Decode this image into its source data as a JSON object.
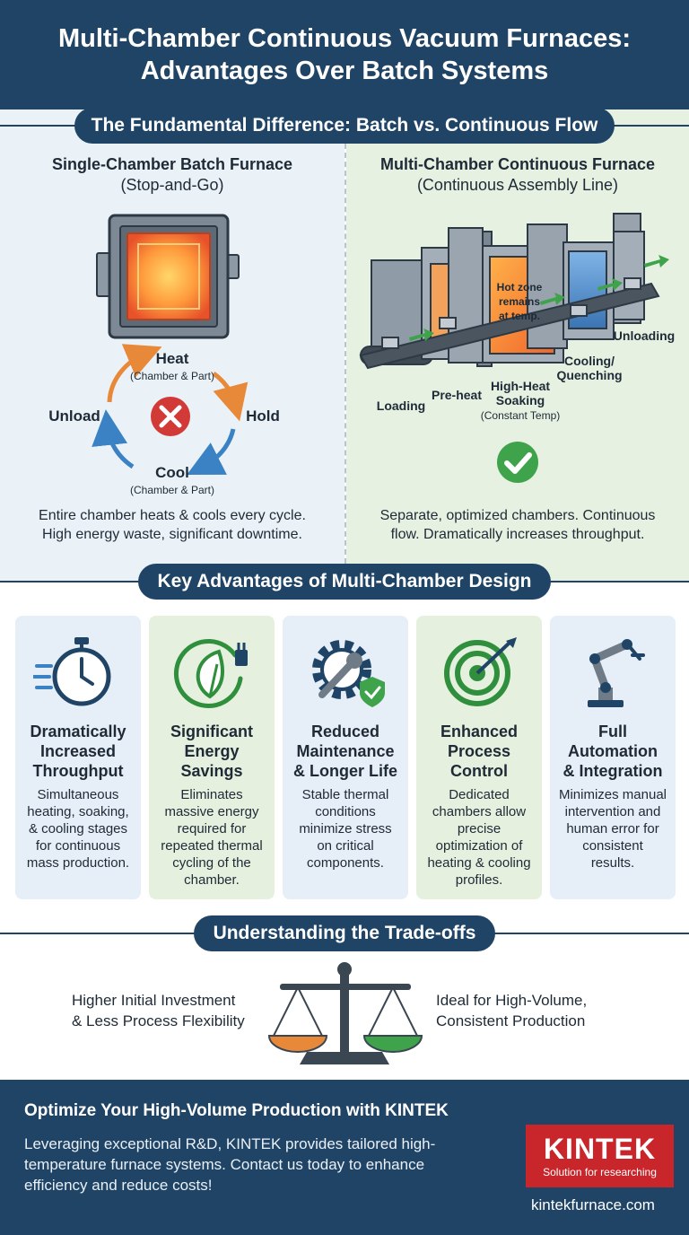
{
  "header": {
    "title_line1": "Multi-Chamber Continuous Vacuum Furnaces:",
    "title_line2": "Advantages Over Batch Systems"
  },
  "section1": {
    "title": "The Fundamental Difference: Batch vs. Continuous Flow",
    "batch": {
      "title": "Single-Chamber Batch Furnace",
      "subtitle": "(Stop-and-Go)",
      "cycle": [
        {
          "label": "Heat",
          "sub": "(Chamber & Part)"
        },
        {
          "label": "Hold",
          "sub": ""
        },
        {
          "label": "Cool",
          "sub": "(Chamber & Part)"
        },
        {
          "label": "Unload",
          "sub": ""
        }
      ],
      "description_line1": "Entire chamber heats & cools every cycle.",
      "description_line2": "High energy waste, significant downtime."
    },
    "continuous": {
      "title": "Multi-Chamber Continuous Furnace",
      "subtitle": "(Continuous Assembly Line)",
      "hot_zone_note": [
        "Hot zone",
        "remains",
        "at temp."
      ],
      "stages": {
        "loading": "Loading",
        "preheat": "Pre-heat",
        "soaking": [
          "High-Heat",
          "Soaking"
        ],
        "soaking_sub": "(Constant Temp)",
        "cooling": [
          "Cooling/",
          "Quenching"
        ],
        "unloading": "Unloading"
      },
      "description_line1": "Separate, optimized chambers. Continuous",
      "description_line2": "flow. Dramatically increases throughput."
    }
  },
  "section2": {
    "title": "Key Advantages of Multi-Chamber Design",
    "cards": [
      {
        "title": [
          "Dramatically",
          "Increased",
          "Throughput"
        ],
        "text": [
          "Simultaneous",
          "heating, soaking,",
          "& cooling stages",
          "for continuous",
          "mass production."
        ],
        "icon": "stopwatch-icon"
      },
      {
        "title": [
          "Significant",
          "Energy",
          "Savings"
        ],
        "text": [
          "Eliminates",
          "massive energy",
          "required for",
          "repeated thermal",
          "cycling of the",
          "chamber."
        ],
        "icon": "leaf-plug-icon"
      },
      {
        "title": [
          "Reduced",
          "Maintenance",
          "& Longer Life"
        ],
        "text": [
          "Stable thermal",
          "conditions",
          "minimize stress",
          "on critical",
          "components."
        ],
        "icon": "gear-wrench-shield-icon"
      },
      {
        "title": [
          "Enhanced",
          "Process",
          "Control"
        ],
        "text": [
          "Dedicated",
          "chambers allow",
          "precise",
          "optimization of",
          "heating & cooling",
          "profiles."
        ],
        "icon": "target-icon"
      },
      {
        "title": [
          "Full",
          "Automation",
          "& Integration"
        ],
        "text": [
          "Minimizes manual",
          "intervention and",
          "human error for",
          "consistent",
          "results."
        ],
        "icon": "robot-arm-icon"
      }
    ]
  },
  "section3": {
    "title": "Understanding the Trade-offs",
    "left_line1": "Higher Initial Investment",
    "left_line2": "& Less Process Flexibility",
    "right_line1": "Ideal for High-Volume,",
    "right_line2": "Consistent Production"
  },
  "footer": {
    "headline": "Optimize Your High-Volume Production with KINTEK",
    "body": "Leveraging exceptional R&D, KINTEK provides tailored high-temperature furnace systems. Contact us today to enhance efficiency and reduce costs!",
    "logo_brand": "KINTEK",
    "logo_tagline": "Solution for researching",
    "website": "kintekfurnace.com"
  },
  "colors": {
    "navy": "#1f4466",
    "orange": "#e8893a",
    "blue": "#3b82c4",
    "red": "#d23a37",
    "green": "#3ea34b",
    "kintek_red": "#c8262b"
  }
}
